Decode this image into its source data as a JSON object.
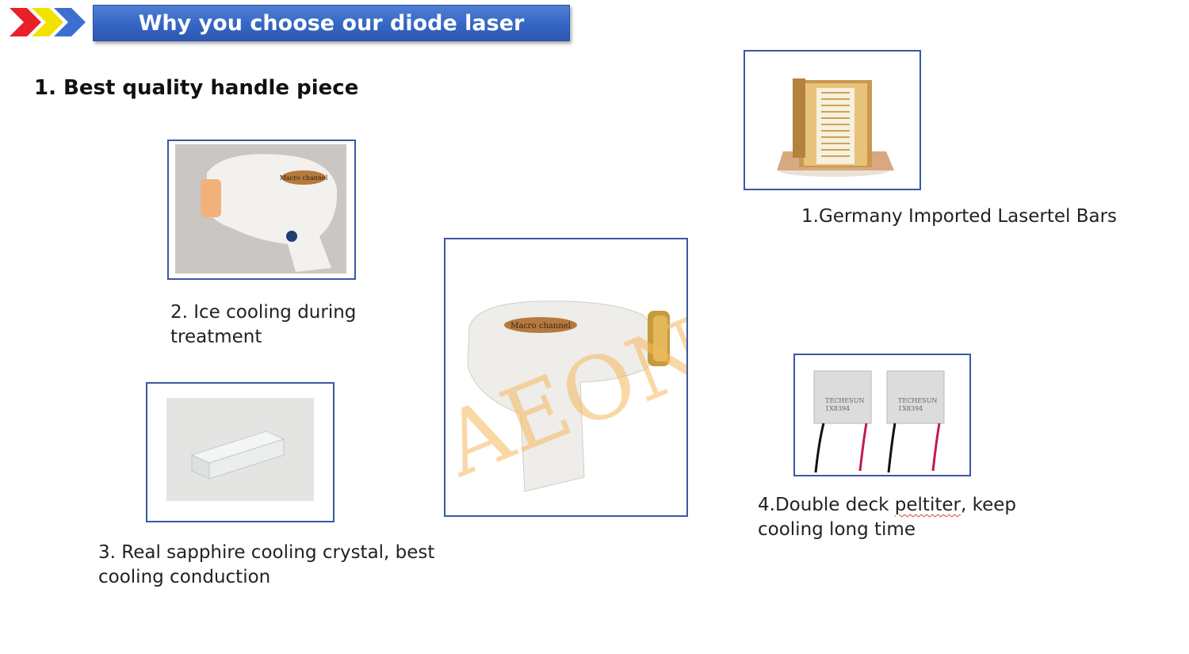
{
  "header": {
    "title": "Why you choose our diode laser",
    "arrow_colors": [
      "#e8202a",
      "#f2e200",
      "#3d6fd0"
    ]
  },
  "section_heading": "1. Best quality handle piece",
  "items": [
    {
      "caption": "1.Germany Imported Lasertel Bars",
      "image": "laser-bar-stack-photo"
    },
    {
      "caption_line1": "2. Ice cooling during",
      "caption_line2": "treatment",
      "image": "handpiece-photo",
      "badge_text": "Macro channel"
    },
    {
      "caption_line1": "3. Real sapphire cooling crystal, best",
      "caption_line2": "cooling conduction",
      "image": "sapphire-crystal-photo"
    },
    {
      "caption_pre": "4.Double deck ",
      "caption_err": "peltiter",
      "caption_post": ", keep",
      "caption_line2": "cooling long time",
      "image": "peltier-modules-photo",
      "module_label": "TECHESUN",
      "module_code": "1X8394"
    }
  ],
  "center_image": {
    "image": "main-handpiece-photo",
    "badge_text": "Macro channel",
    "watermark": "AEON"
  },
  "colors": {
    "frame_border": "#3a5aa0",
    "banner_blue": "#3566c4"
  }
}
